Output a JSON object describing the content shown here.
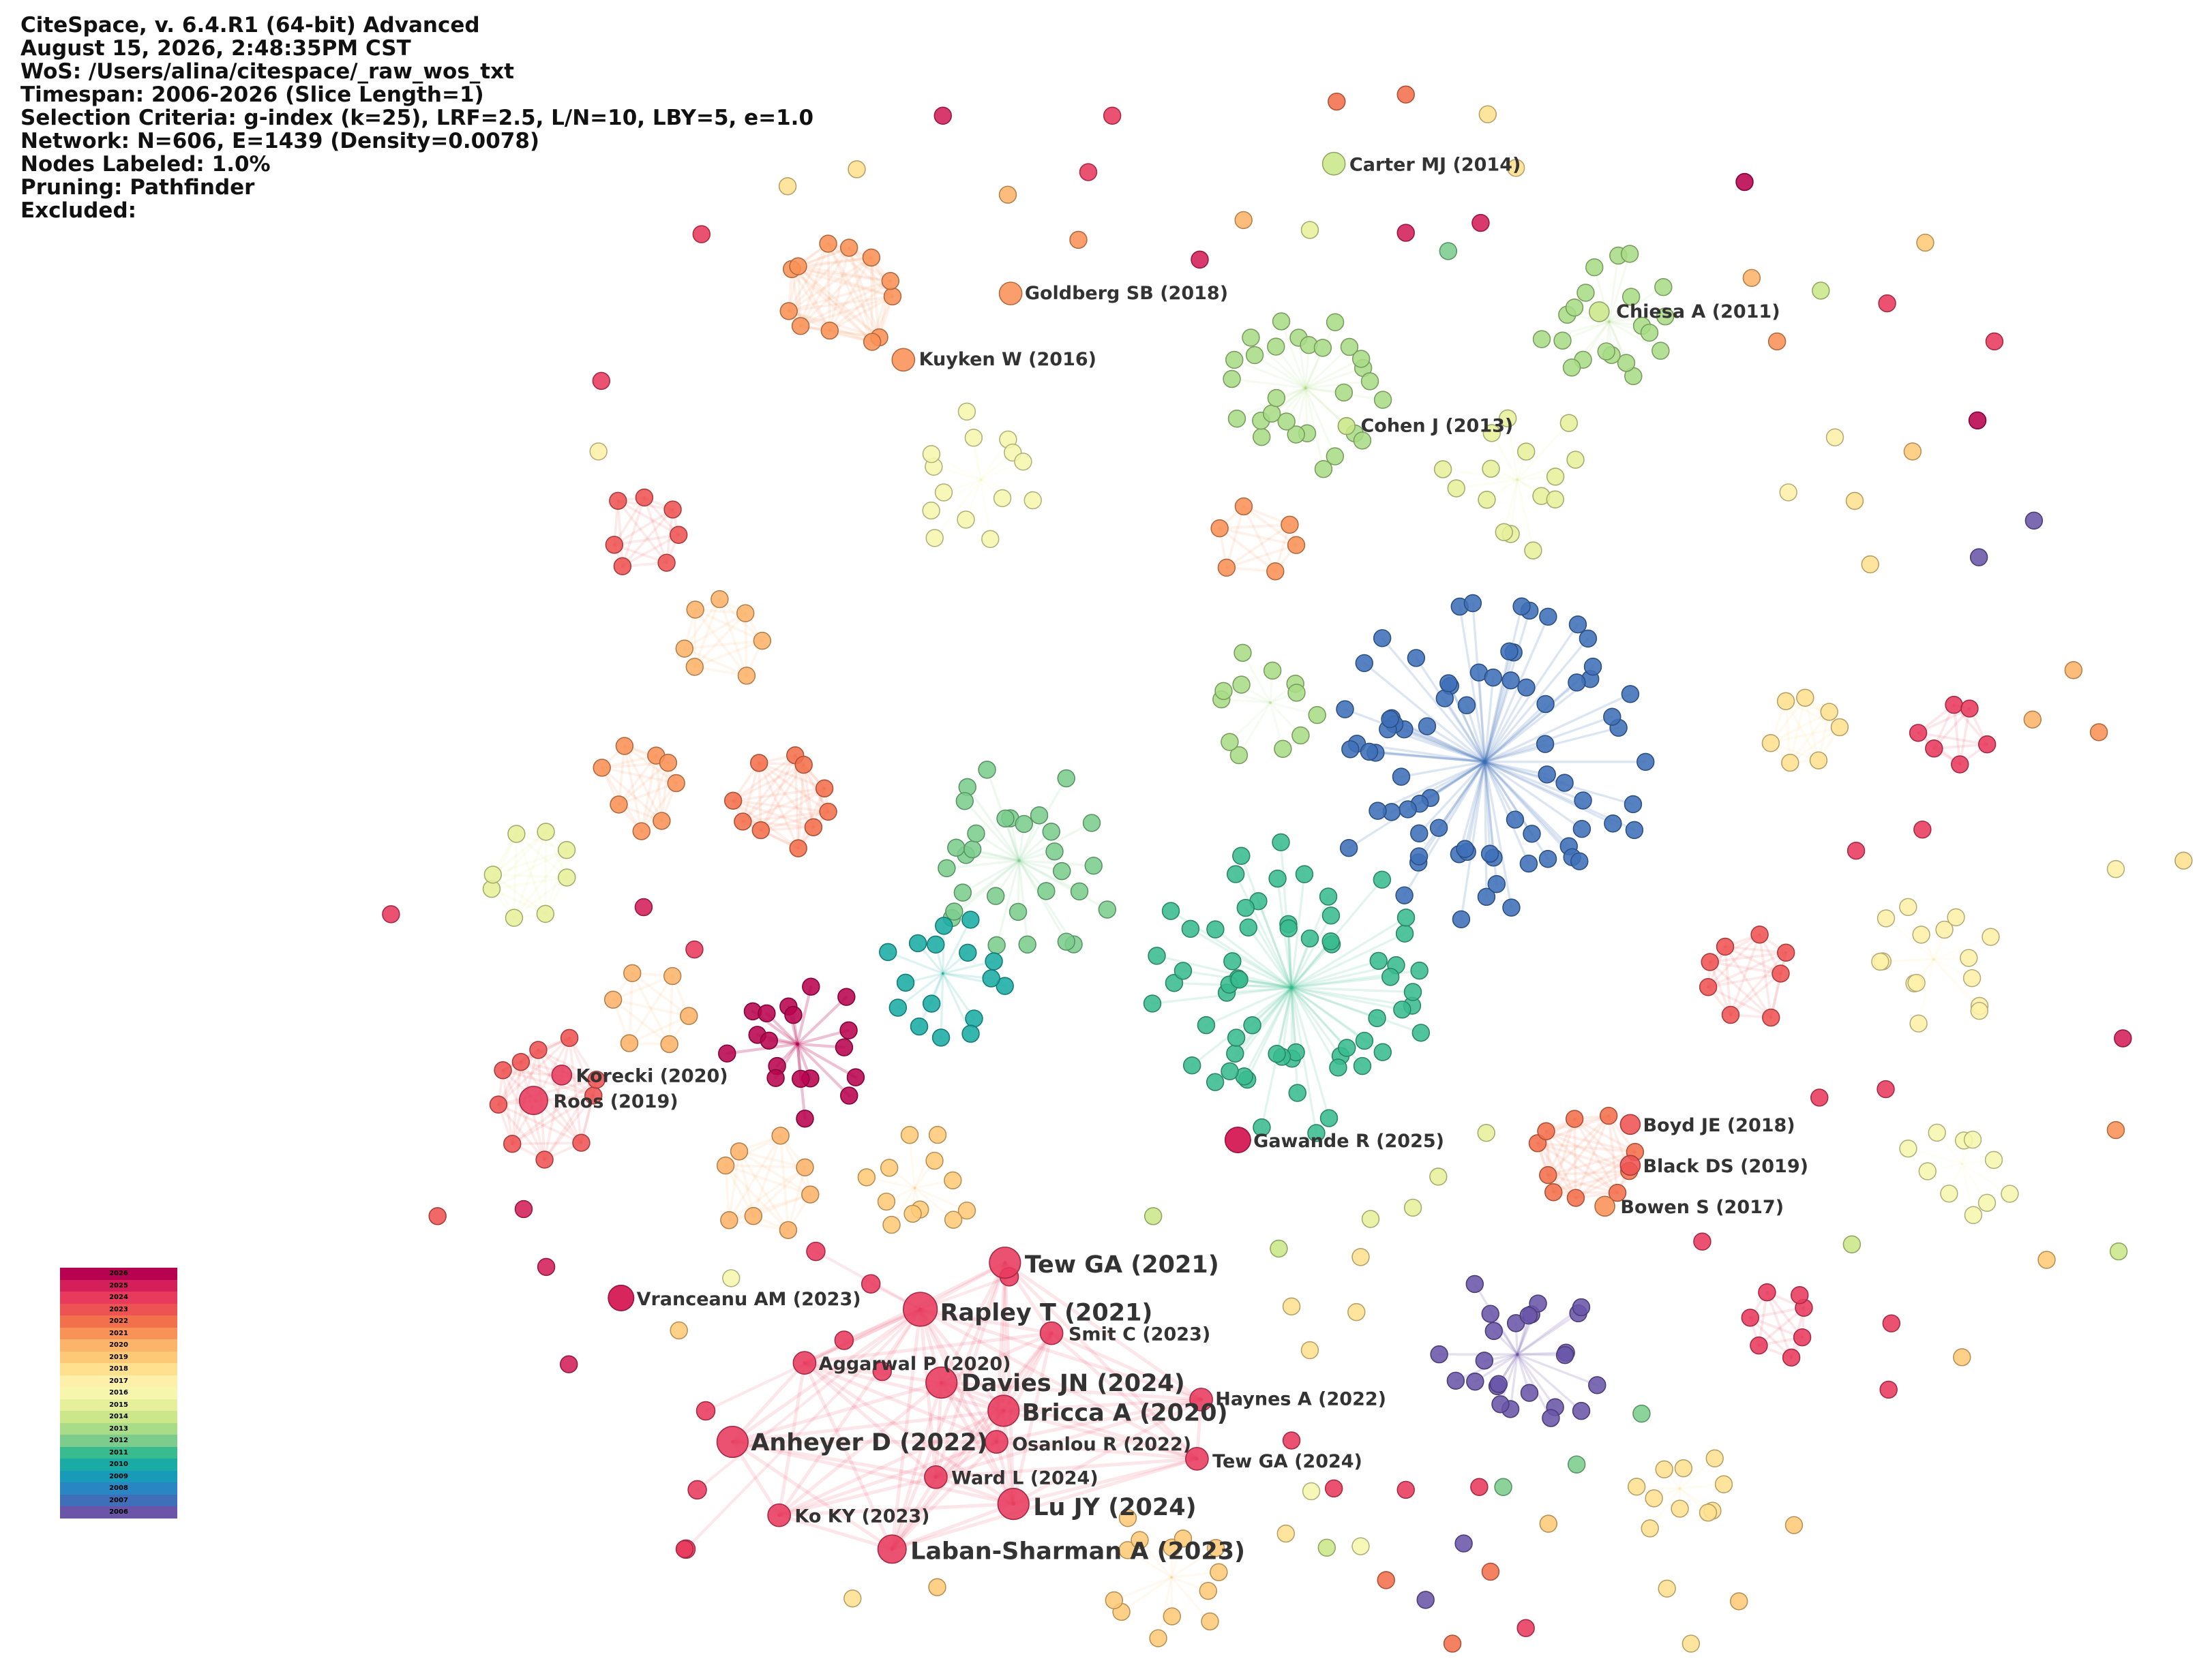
{
  "header": {
    "lines": [
      "CiteSpace, v. 6.4.R1 (64-bit) Advanced",
      "August 15, 2026, 2:48:35PM CST",
      "WoS: /Users/alina/citespace/_raw_wos_txt",
      "Timespan: 2006-2026 (Slice Length=1)",
      "Selection Criteria: g-index (k=25), LRF=2.5, L/N=10, LBY=5, e=1.0",
      "Network: N=606, E=1439 (Density=0.0078)",
      "Nodes Labeled: 1.0%",
      "Pruning: Pathfinder",
      "Excluded:"
    ]
  },
  "year_colors": {
    "2006": "#6a55a9",
    "2007": "#3f6fb8",
    "2008": "#2a86c2",
    "2009": "#179bb8",
    "2010": "#1aaca4",
    "2011": "#39bb90",
    "2012": "#7ccd8d",
    "2013": "#a9dc86",
    "2014": "#cbe78a",
    "2015": "#e6f09a",
    "2016": "#f6f7ad",
    "2017": "#fef0a9",
    "2018": "#fee08f",
    "2019": "#fec977",
    "2020": "#fcb36a",
    "2021": "#f99257",
    "2022": "#f3704c",
    "2023": "#ee5353",
    "2024": "#e83a5d",
    "2025": "#d41f5a",
    "2026": "#b7034f"
  },
  "legend": {
    "years": [
      "2026",
      "2025",
      "2024",
      "2023",
      "2022",
      "2021",
      "2020",
      "2019",
      "2018",
      "2017",
      "2016",
      "2015",
      "2014",
      "2013",
      "2012",
      "2011",
      "2010",
      "2009",
      "2008",
      "2007",
      "2006"
    ]
  },
  "labels": [
    {
      "text": "Carter MJ (2014)",
      "year": "2014",
      "big": false
    },
    {
      "text": "Goldberg SB (2018)",
      "year": "2021",
      "big": false
    },
    {
      "text": "Chiesa A (2011)",
      "year": "2014",
      "big": false
    },
    {
      "text": "Kuyken W (2016)",
      "year": "2021",
      "big": false
    },
    {
      "text": "Cohen J (2013)",
      "year": "2014",
      "big": false
    },
    {
      "text": "Korecki (2020)",
      "year": "2023",
      "big": false
    },
    {
      "text": "Roos (2019)",
      "year": "2023",
      "big": false
    },
    {
      "text": "Gawande R (2025)",
      "year": "2025",
      "big": false
    },
    {
      "text": "Boyd JE (2018)",
      "year": "2023",
      "big": false
    },
    {
      "text": "Black DS (2019)",
      "year": "2023",
      "big": false
    },
    {
      "text": "Bowen S (2017)",
      "year": "2021",
      "big": false
    },
    {
      "text": "Tew GA (2021)",
      "year": "2024",
      "big": true
    },
    {
      "text": "Vranceanu AM (2023)",
      "year": "2025",
      "big": false
    },
    {
      "text": "Rapley T (2021)",
      "year": "2024",
      "big": true
    },
    {
      "text": "Smit C (2023)",
      "year": "2024",
      "big": false
    },
    {
      "text": "Aggarwal P (2020)",
      "year": "2024",
      "big": false
    },
    {
      "text": "Davies JN (2024)",
      "year": "2024",
      "big": true
    },
    {
      "text": "Haynes A (2022)",
      "year": "2024",
      "big": false
    },
    {
      "text": "Bricca A (2020)",
      "year": "2024",
      "big": true
    },
    {
      "text": "Anheyer D (2022)",
      "year": "2024",
      "big": true
    },
    {
      "text": "Osanlou R (2022)",
      "year": "2024",
      "big": false
    },
    {
      "text": "Tew GA (2024)",
      "year": "2024",
      "big": false
    },
    {
      "text": "Ward L (2024)",
      "year": "2024",
      "big": false
    },
    {
      "text": "Lu JY (2024)",
      "year": "2024",
      "big": true
    },
    {
      "text": "Ko KY (2023)",
      "year": "2024",
      "big": false
    },
    {
      "text": "Laban-Sharman A (2023)",
      "year": "2024",
      "big": true
    }
  ]
}
